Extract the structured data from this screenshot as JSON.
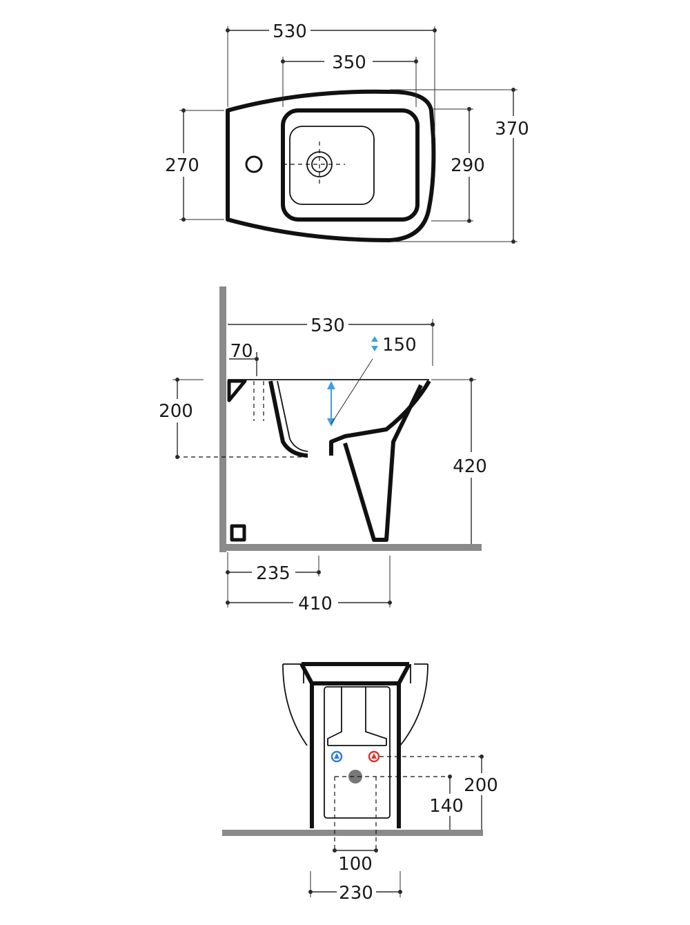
{
  "top_view": {
    "overall_length": "530",
    "bowl_length": "350",
    "overall_width": "370",
    "bowl_width": "290",
    "rear_width": "270"
  },
  "side_view": {
    "overall_length": "530",
    "tap_hole_offset": "70",
    "water_height": "150",
    "inlet_height": "200",
    "rim_height": "420",
    "outlet_distance": "235",
    "foot_distance": "410"
  },
  "rear_view": {
    "supply_height": "200",
    "waste_height": "140",
    "waste_width": "100",
    "foot_width": "230",
    "colors": {
      "cold_water": "#2f7fd6",
      "hot_water": "#e0312b",
      "water_level_arrow": "#3aa0e6",
      "wall": "#8a8a8a"
    }
  }
}
